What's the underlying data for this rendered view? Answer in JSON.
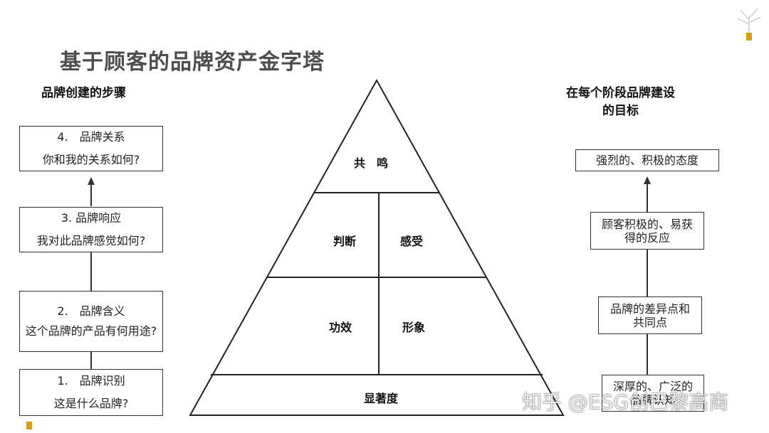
{
  "title": "基于顾客的品牌资产金字塔",
  "left": {
    "heading": "品牌创建的步骤",
    "steps": [
      {
        "line1": "4.　品牌关系",
        "line2": "你和我的关系如何?"
      },
      {
        "line1": "3. 品牌响应",
        "line2": "我对此品牌感觉如何?"
      },
      {
        "line1": "2.　品牌含义",
        "line2": "这个品牌的产品有何用途?"
      },
      {
        "line1": "1.　品牌识别",
        "line2": "这是什么品牌?"
      }
    ]
  },
  "pyramid": {
    "top": "共　鸣",
    "mid_left": "判断",
    "mid_right": "感受",
    "low_left": "功效",
    "low_right": "形象",
    "base": "显著度"
  },
  "right": {
    "heading_line1": "在每个阶段品牌建设",
    "heading_line2": "的目标",
    "goals": [
      {
        "text": "强烈的、积极的态度"
      },
      {
        "text": "顾客积极的、易获得的反应"
      },
      {
        "text": "品牌的差异点和共同点"
      },
      {
        "text": "深厚的、广泛的品牌认知"
      }
    ]
  },
  "watermark": "知乎 @ESG创巴黎高商",
  "colors": {
    "title": "#4d4d4d",
    "line": "#333333",
    "deco": "#d4a017"
  }
}
